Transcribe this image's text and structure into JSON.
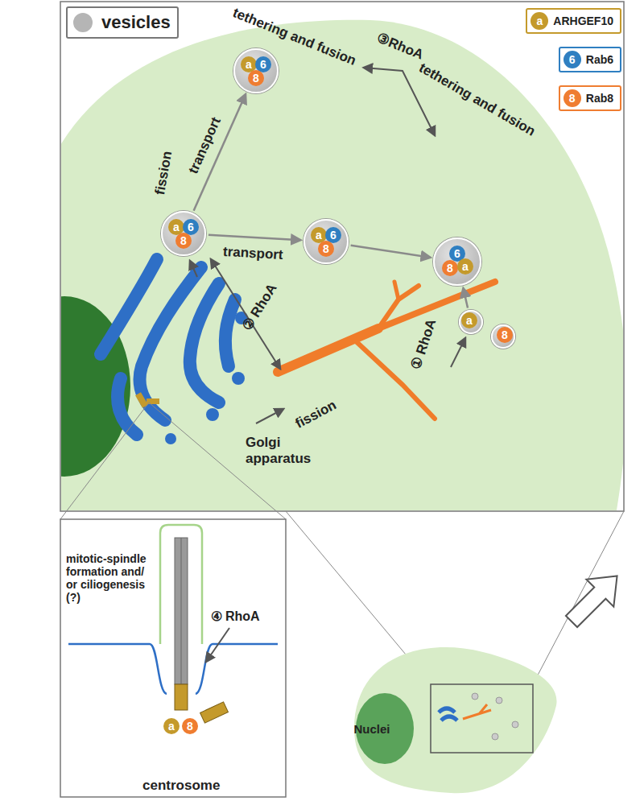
{
  "diagram": {
    "nodes": [
      {
        "text": [
          "a",
          "6",
          "8"
        ]
      },
      {
        "text": [
          "a",
          "6",
          "8"
        ]
      },
      {
        "text": [
          "a",
          "6",
          "8"
        ]
      },
      {
        "text": [
          "6",
          "8",
          "a"
        ]
      },
      {
        "text": [
          "a"
        ]
      },
      {
        "text": [
          "8"
        ]
      }
    ],
    "edges": [
      {
        "from": 1,
        "to": 0,
        "arrow": "to",
        "label": "transport"
      },
      {
        "from": 1,
        "to": 2,
        "arrow": "to",
        "label": "transport"
      },
      {
        "from": 2,
        "to": 3,
        "arrow": "to"
      },
      {
        "from": 4,
        "to": 3,
        "arrow": "to"
      }
    ],
    "labels": [
      "a",
      "6",
      "8",
      "tethering and fusion",
      "③RhoA",
      "tethering and fusion",
      "fission",
      "② RhoA",
      "fission",
      "① RhoA",
      "Golgi apparatus",
      "mitotic-spindle formation and/ or ciliogenesis (?)",
      "④ RhoA",
      "a",
      "8",
      "centrosome",
      "Nuclei"
    ],
    "legend": [
      {
        "text": "vesicles"
      },
      {
        "text": "ARHGEF10",
        "color": "#c49a2c"
      },
      {
        "text": "Rab6",
        "color": "#2f7fc1"
      },
      {
        "text": "Rab8",
        "color": "#ef7d31"
      }
    ]
  }
}
